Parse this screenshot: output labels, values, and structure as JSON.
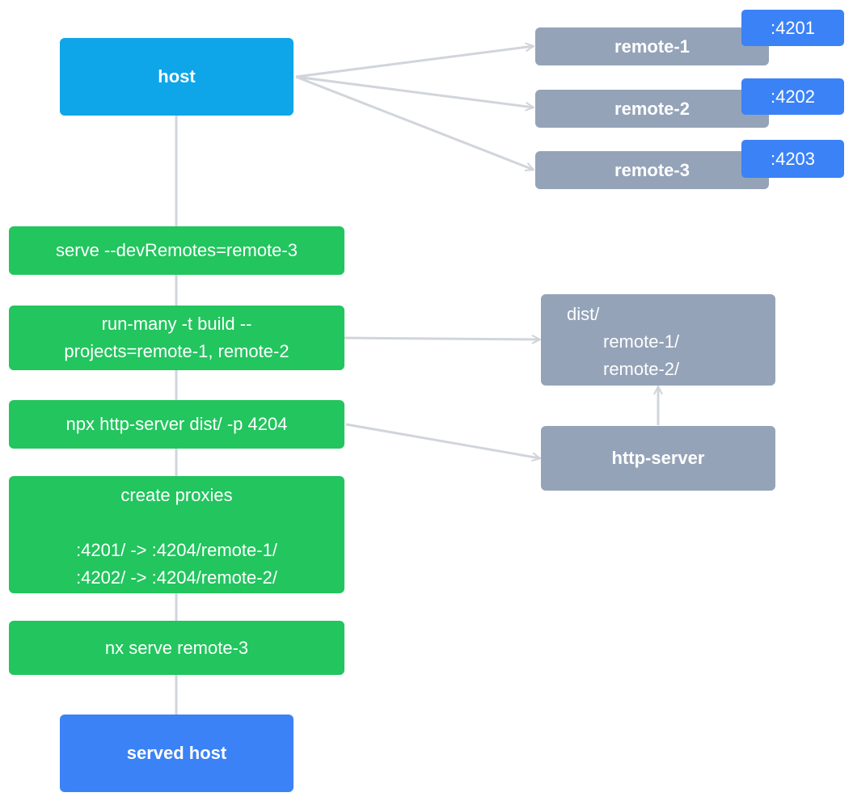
{
  "host": {
    "label": "host"
  },
  "remotes": [
    {
      "label": "remote-1",
      "port": ":4201"
    },
    {
      "label": "remote-2",
      "port": ":4202"
    },
    {
      "label": "remote-3",
      "port": ":4203"
    }
  ],
  "steps": {
    "serve": "serve --devRemotes=remote-3",
    "run_many": [
      "run-many -t build --",
      "projects=remote-1, remote-2"
    ],
    "http_server": "npx http-server dist/ -p 4204",
    "proxies": [
      "create proxies",
      "",
      ":4201/ -> :4204/remote-1/",
      ":4202/ -> :4204/remote-2/"
    ],
    "nx_serve": "nx serve remote-3"
  },
  "served_host": {
    "label": "served host"
  },
  "dist": {
    "lines": [
      "dist/",
      "remote-1/",
      "remote-2/"
    ]
  },
  "http_server_node": {
    "label": "http-server"
  },
  "colors": {
    "host": "#0ea5e9",
    "served_host": "#3b82f6",
    "port_badge": "#3b82f6",
    "remote": "#94a3b8",
    "step": "#22c55e",
    "connector": "#d1d5db"
  }
}
